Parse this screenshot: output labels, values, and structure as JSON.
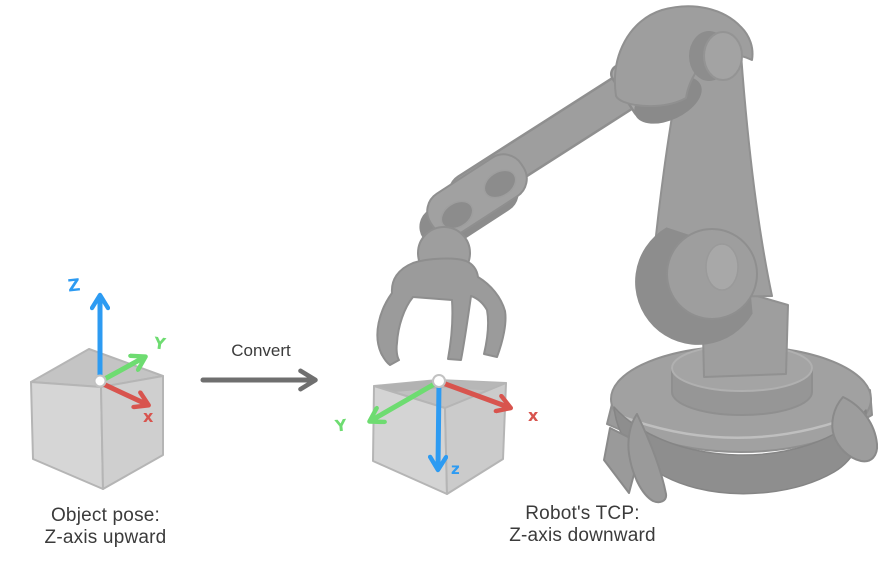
{
  "diagram": {
    "convert": {
      "label": "Convert"
    },
    "object_cube": {
      "caption_line1": "Object pose:",
      "caption_line2": "Z-axis upward",
      "axis_labels": {
        "z": "Z",
        "y": "Y",
        "x": "x"
      }
    },
    "tcp_cube": {
      "caption_line1": "Robot's TCP:",
      "caption_line2": "Z-axis downward",
      "axis_labels": {
        "z": "z",
        "y": "Y",
        "x": "x"
      }
    },
    "illustration": {
      "robot": "industrial-robot-arm-with-gripper"
    },
    "colors": {
      "x_axis": "#d8544e",
      "y_axis": "#6edc71",
      "z_axis": "#2d9bf2",
      "convert_arrow": "#6f6f6f",
      "caption_text": "#3b3b3b",
      "robot_body": "#9e9e9e"
    }
  }
}
